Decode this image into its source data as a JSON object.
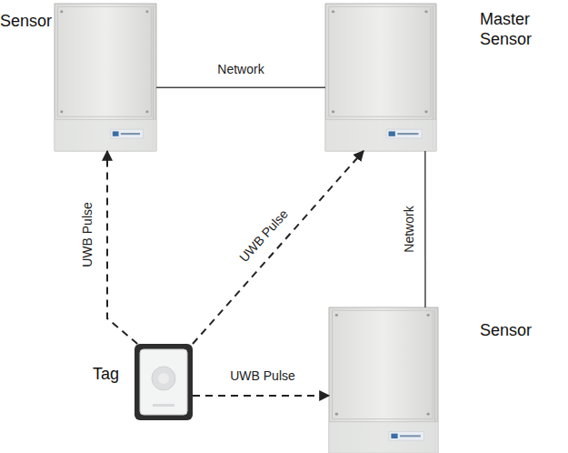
{
  "diagram": {
    "nodes": [
      {
        "text": [
          "Sensor"
        ]
      },
      {
        "text": [
          "Master Sensor"
        ]
      },
      {
        "text": [
          "Sensor"
        ]
      },
      {
        "text": [
          "Tag"
        ]
      }
    ],
    "edges": [
      {
        "from": 0,
        "to": 1,
        "label": "Network",
        "arrow": "none"
      },
      {
        "from": 1,
        "to": 2,
        "label": "Network",
        "arrow": "none"
      },
      {
        "from": 3,
        "to": 0,
        "label": "UWB Pulse",
        "arrow": "to"
      },
      {
        "from": 3,
        "to": 1,
        "label": "UWB Pulse",
        "arrow": "to"
      },
      {
        "from": 3,
        "to": 2,
        "label": "UWB Pulse",
        "arrow": "to"
      }
    ]
  }
}
